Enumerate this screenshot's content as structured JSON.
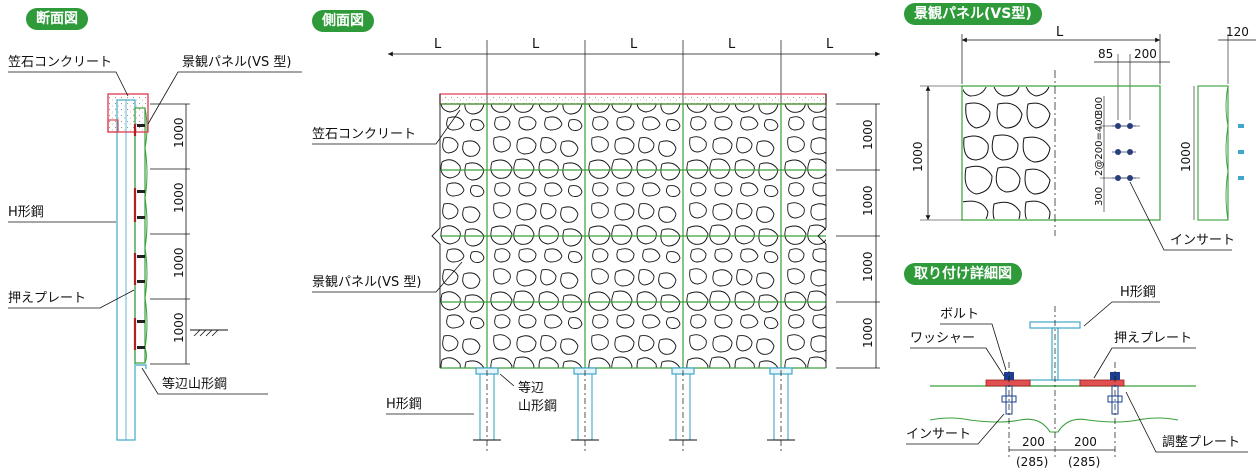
{
  "section_view": {
    "title": "断面図",
    "labels": {
      "coping": "笠石コンクリート",
      "panel": "景観パネル(VS 型)",
      "h_beam": "H形鋼",
      "plate": "押えプレート",
      "angle": "等辺山形鋼"
    },
    "dims": [
      "1000",
      "1000",
      "1000",
      "1000"
    ]
  },
  "side_view": {
    "title": "側面図",
    "span_label": "L",
    "labels": {
      "coping": "笠石コンクリート",
      "panel": "景観パネル(VS 型)",
      "h_beam": "H形鋼",
      "angle_line1": "等辺",
      "angle_line2": "山形鋼"
    },
    "dims": [
      "1000",
      "1000",
      "1000",
      "1000"
    ]
  },
  "panel_view": {
    "title": "景観パネル(VS型)",
    "width_label": "L",
    "dim_85": "85",
    "dim_200": "200",
    "dim_120": "120",
    "dim_1000": "1000",
    "dim_300_top": "300",
    "dim_pitch": "2@200=400",
    "dim_300_bottom": "300",
    "side_1000": "1000",
    "insert_label": "インサート"
  },
  "detail_view": {
    "title": "取り付け詳細図",
    "labels": {
      "h_beam": "H形鋼",
      "bolt": "ボルト",
      "washer": "ワッシャー",
      "plate": "押えプレート",
      "insert": "インサート",
      "adjust_plate": "調整プレート"
    },
    "dim_left": "200",
    "dim_right": "200",
    "dim_left_paren": "(285)",
    "dim_right_paren": "(285)"
  },
  "colors": {
    "badge": "#2e9a3a",
    "panel_line": "#3aa03a",
    "steel": "#3fa7c9",
    "coping": "#e0485a"
  }
}
